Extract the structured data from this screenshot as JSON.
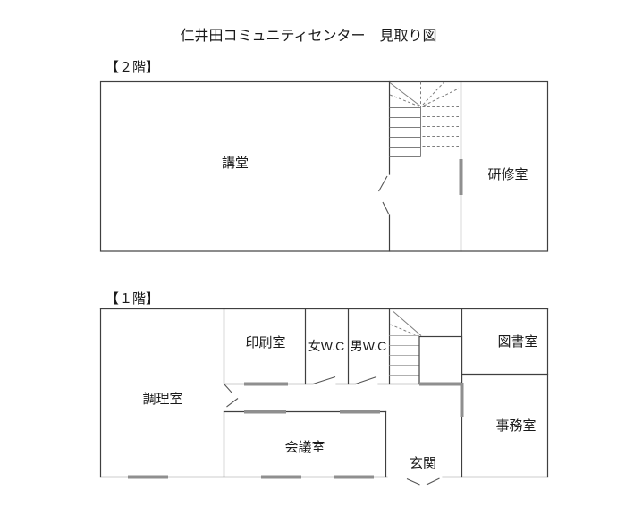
{
  "title": "仁井田コミュニティセンター　見取り図",
  "floors": {
    "second": {
      "label": "【２階】",
      "rooms": {
        "auditorium": "講堂",
        "training_room": "研修室"
      }
    },
    "first": {
      "label": "【１階】",
      "rooms": {
        "cooking_room": "調理室",
        "printing_room": "印刷室",
        "womens_wc": "女W.C",
        "mens_wc": "男W.C",
        "library": "図書室",
        "meeting_room": "会議室",
        "office": "事務室",
        "entrance": "玄関"
      }
    }
  },
  "colors": {
    "background": "#ffffff",
    "wall": "#3f3f3f",
    "door_opening": "#8f8f8f",
    "stair_tread": "#7d7d7d",
    "text": "#1a1a1a"
  }
}
